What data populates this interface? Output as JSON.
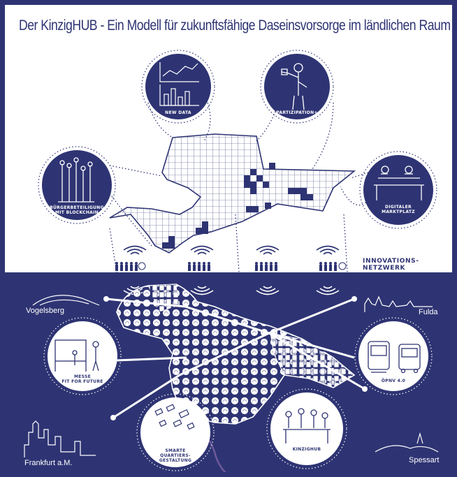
{
  "title": "Der KinzigHUB - Ein Modell für zukunftsfähige Daseinsvorsorge im ländlichen Raum",
  "circles": {
    "new_data": "NEW DATA",
    "partizipation": "PARTIZIPATION+",
    "buergerbeteiligung_1": "BÜRGERBETEILIGUNG",
    "buergerbeteiligung_2": "MIT BLOCKCHAIN",
    "marktplatz_1": "DIGITALER",
    "marktplatz_2": "MARKTPLATZ",
    "messe_1": "MESSE",
    "messe_2": "FIT FOR FUTURE",
    "oepnv": "ÖPNV 4.0",
    "smarte_1": "SMARTE",
    "smarte_2": "QUARTIERS-",
    "smarte_3": "GESTALTUNG",
    "kinzighub": "KINZIGHUB"
  },
  "innovation_network_1": "INNOVATIONS-",
  "innovation_network_2": "NETZWERK",
  "places": {
    "vogelsberg": "Vogelsberg",
    "fulda": "Fulda",
    "frankfurt": "Frankfurt a.M.",
    "spessart": "Spessart"
  },
  "colors": {
    "navy": "#2e3473",
    "white": "#ffffff",
    "hub_purple": "#6e5a9a"
  },
  "icons": [
    "line-chart-icon",
    "bar-chart-icon",
    "person-vr-icon",
    "street-lamps-icon",
    "market-stall-icon",
    "exhibition-icon",
    "tram-icon",
    "bus-icon",
    "city-blocks-icon",
    "team-meeting-icon",
    "wifi-signal-icon",
    "people-group-icon"
  ]
}
